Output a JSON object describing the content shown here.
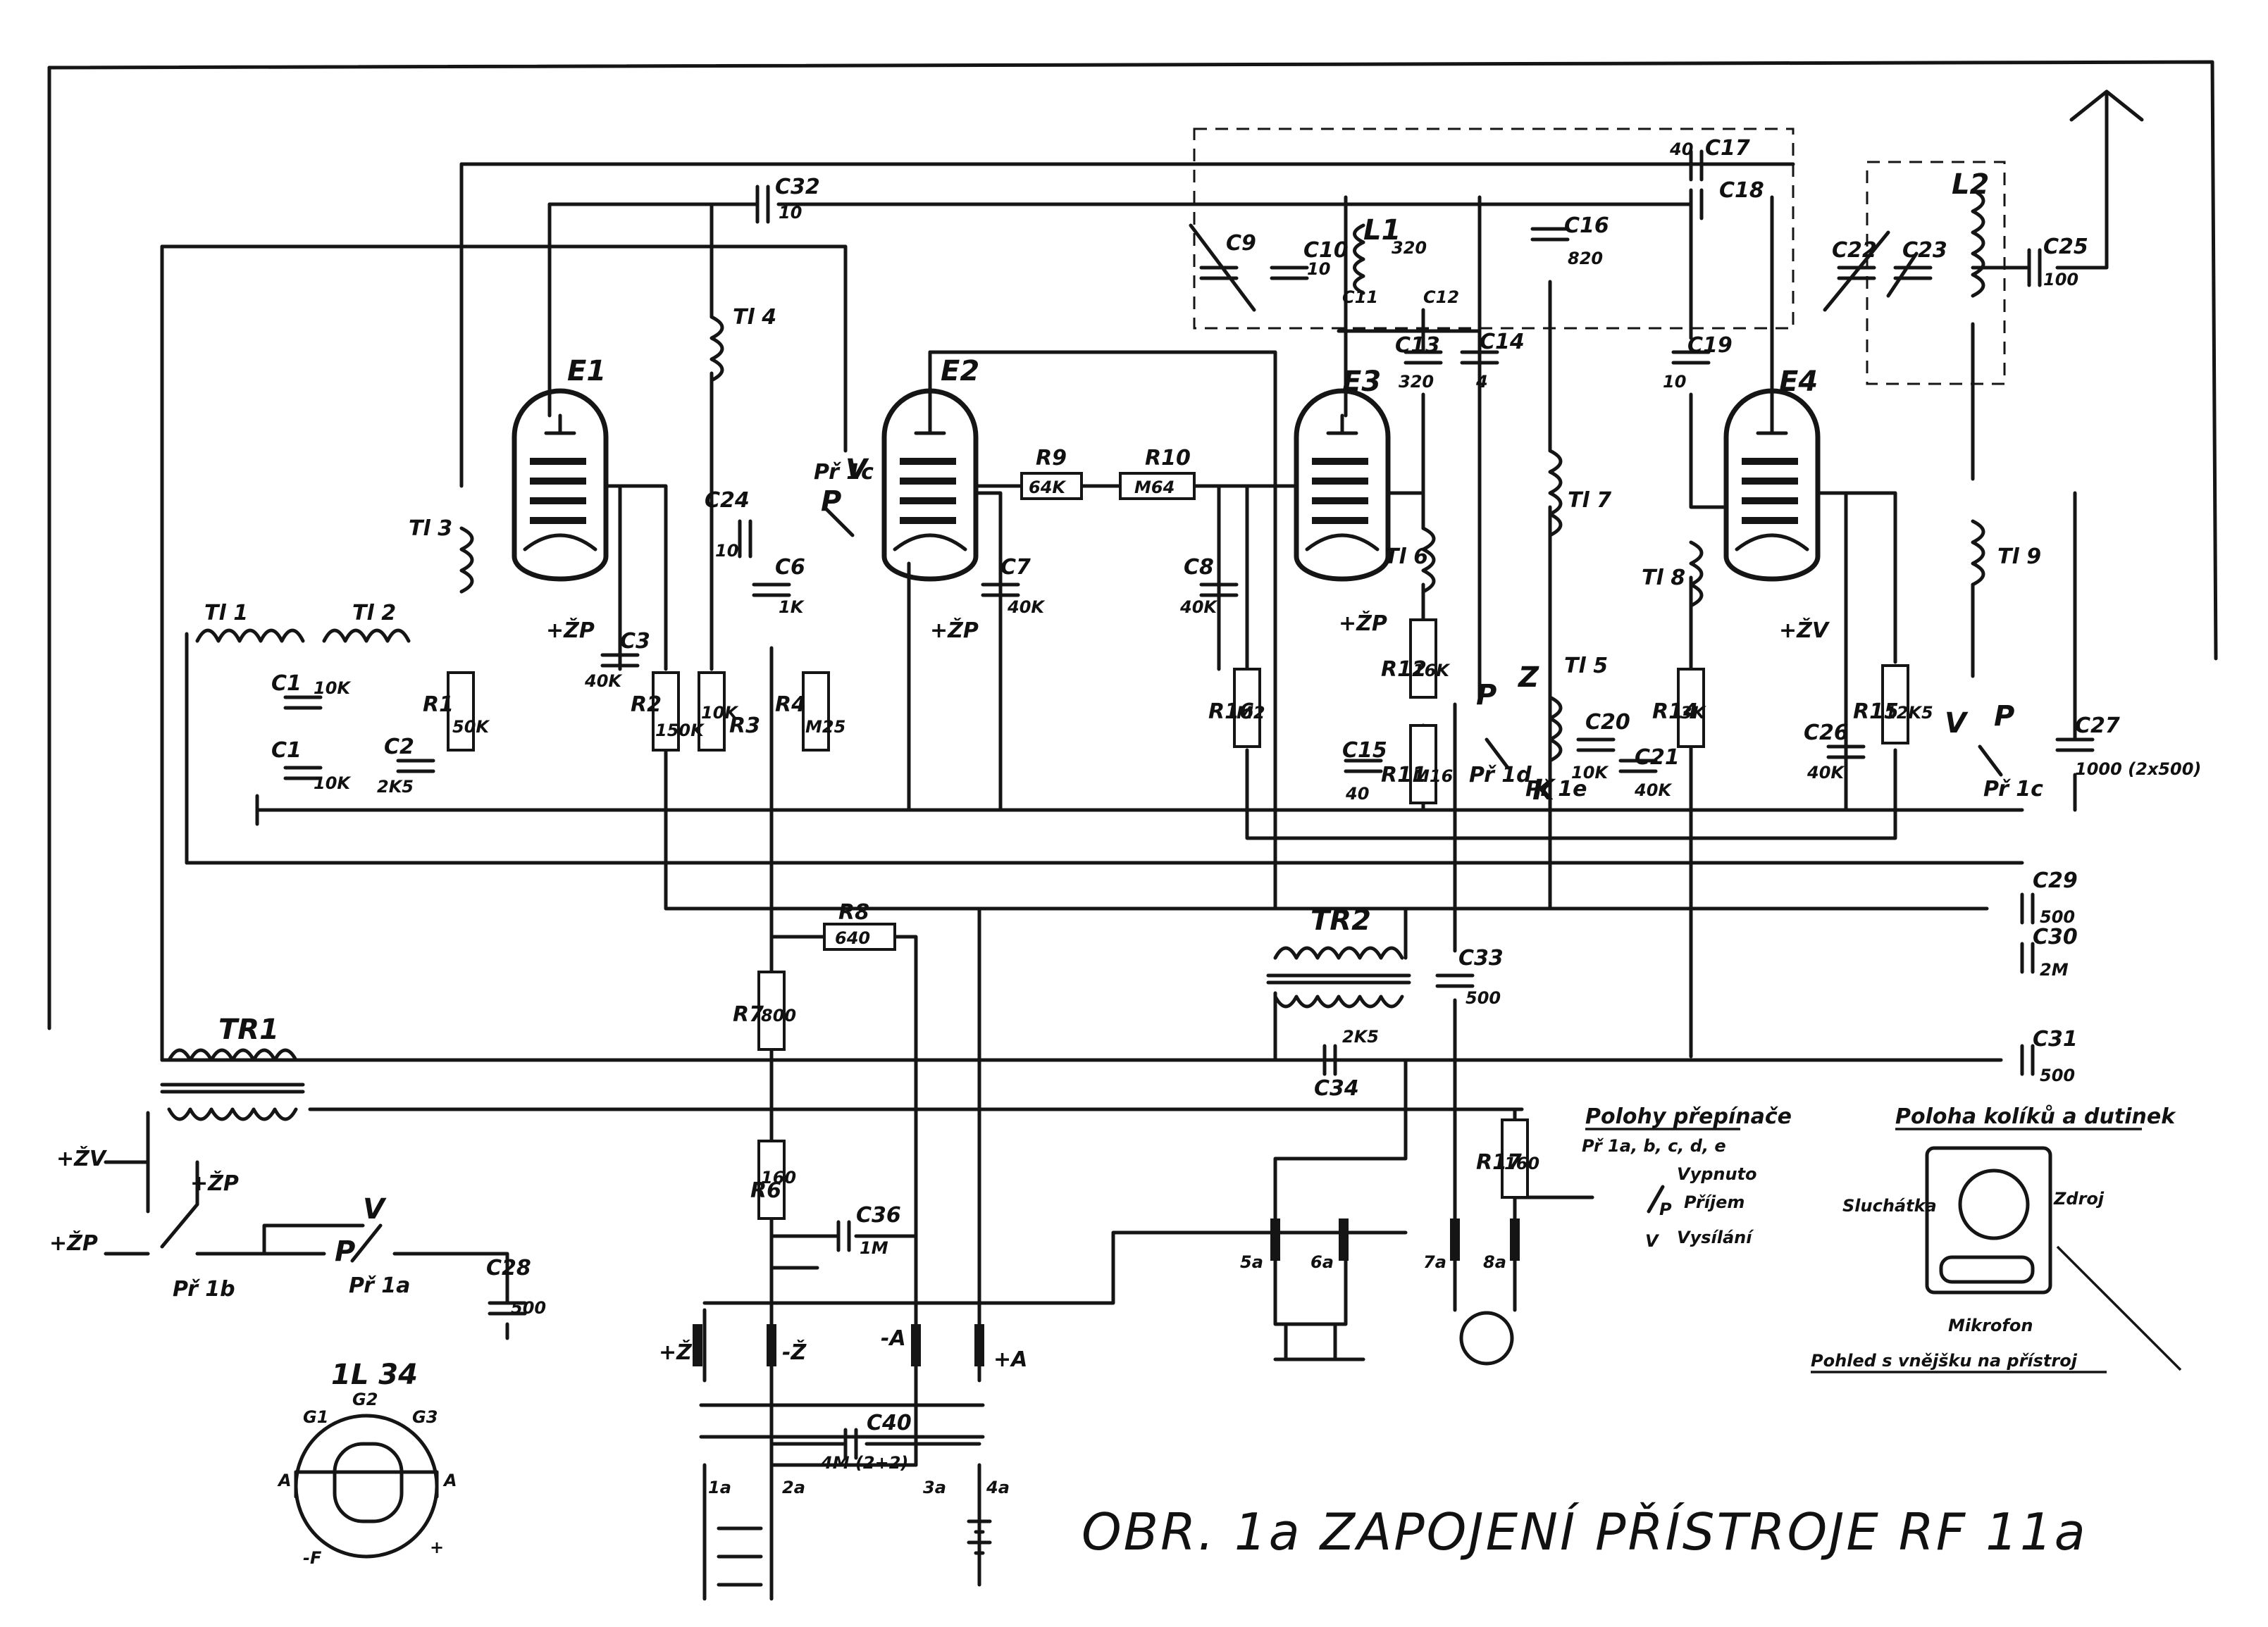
{
  "title": "OBR. 1a ZAPOJENÍ PŘÍSTROJE RF 11a",
  "tubes": [
    {
      "id": "E1",
      "label": "E1"
    },
    {
      "id": "E2",
      "label": "E2"
    },
    {
      "id": "E3",
      "label": "E3"
    },
    {
      "id": "E4",
      "label": "E4"
    }
  ],
  "tube_type": "1L 34",
  "tube_pins": {
    "g1": "G1",
    "g2": "G2",
    "g3": "G3",
    "a_left": "A",
    "a_right": "A",
    "f_minus": "-F",
    "f_plus": "+"
  },
  "chokes": [
    "Tl 1",
    "Tl 2",
    "Tl 3",
    "Tl 4",
    "Tl 5",
    "Tl 6",
    "Tl 7",
    "Tl 8",
    "Tl 9"
  ],
  "coils": [
    "L1",
    "L2"
  ],
  "transformers": [
    "TR1",
    "TR2"
  ],
  "resistors": [
    {
      "name": "R1",
      "value": "50K"
    },
    {
      "name": "R2",
      "value": "150K"
    },
    {
      "name": "R3",
      "value": "10K"
    },
    {
      "name": "R4",
      "value": "M25"
    },
    {
      "name": "R6",
      "value": "160"
    },
    {
      "name": "R7",
      "value": "800"
    },
    {
      "name": "R8",
      "value": "640"
    },
    {
      "name": "R9",
      "value": "64K"
    },
    {
      "name": "R10",
      "value": "M64"
    },
    {
      "name": "R11",
      "value": "M16"
    },
    {
      "name": "R12",
      "value": "16K"
    },
    {
      "name": "R14",
      "value": "3K"
    },
    {
      "name": "R15",
      "value": "12K5"
    },
    {
      "name": "R16",
      "value": "M2"
    },
    {
      "name": "R17",
      "value": "160"
    }
  ],
  "capacitors": [
    {
      "name": "C1",
      "value": "10K"
    },
    {
      "name": "C1",
      "value": "10K"
    },
    {
      "name": "C2",
      "value": "2K5"
    },
    {
      "name": "C3",
      "value": "40K"
    },
    {
      "name": "C6",
      "value": "1K"
    },
    {
      "name": "C7",
      "value": "40K"
    },
    {
      "name": "C8",
      "value": "40K"
    },
    {
      "name": "C9",
      "value": ""
    },
    {
      "name": "C10",
      "value": "10"
    },
    {
      "name": "C12",
      "value": ""
    },
    {
      "name": "C13",
      "value": "320"
    },
    {
      "name": "C14",
      "value": "4"
    },
    {
      "name": "C15",
      "value": "40"
    },
    {
      "name": "C16",
      "value": "820"
    },
    {
      "name": "C17",
      "value": "40"
    },
    {
      "name": "C18",
      "value": ""
    },
    {
      "name": "C19",
      "value": "10"
    },
    {
      "name": "C20",
      "value": "10K"
    },
    {
      "name": "C21",
      "value": "40K"
    },
    {
      "name": "C22",
      "value": ""
    },
    {
      "name": "C23",
      "value": ""
    },
    {
      "name": "C24",
      "value": "10"
    },
    {
      "name": "C25",
      "value": "100"
    },
    {
      "name": "C26",
      "value": "40K"
    },
    {
      "name": "C27",
      "value": "1000 (2x500)"
    },
    {
      "name": "C28",
      "value": "500"
    },
    {
      "name": "C29",
      "value": "500"
    },
    {
      "name": "C30",
      "value": "2M"
    },
    {
      "name": "C31",
      "value": "500"
    },
    {
      "name": "C32",
      "value": "10"
    },
    {
      "name": "C33",
      "value": "500"
    },
    {
      "name": "C34",
      "value": "2K5"
    },
    {
      "name": "C36",
      "value": "1M"
    },
    {
      "name": "C40",
      "value": "4M (2+2)"
    }
  ],
  "small_labels": {
    "c11": "320",
    "c11b": "C11"
  },
  "switches": [
    "Př 1a",
    "Př 1b",
    "Př 1c",
    "Př 1c",
    "Př 1d",
    "Př 1e"
  ],
  "supply": [
    "+ŽV",
    "+ŽP",
    "+ŽP",
    "+ŽV",
    "+ŽP",
    "+ŽV"
  ],
  "connectors": {
    "plus_z": "+Ž",
    "minus_z": "-Ž",
    "minus_a": "-A",
    "plus_a": "+A",
    "pins": [
      "1a",
      "2a",
      "3a",
      "4a",
      "5a",
      "6a",
      "7a",
      "8a"
    ]
  },
  "legend_switch": {
    "heading": "Polohy přepínače",
    "sub": "Př 1a, b, c, d, e",
    "items": [
      {
        "key": "",
        "text": "Vypnuto"
      },
      {
        "key": "P",
        "text": "Příjem"
      },
      {
        "key": "V",
        "text": "Vysílání"
      }
    ]
  },
  "legend_plug": {
    "heading": "Poloha kolíků a dutinek",
    "left": "Sluchátka",
    "right": "Zdroj",
    "bottom": "Mikrofon",
    "caption": "Pohled s vnějšku na přístroj"
  },
  "switch_letters": {
    "v": "V",
    "p": "P",
    "z": "Z",
    "k": "K"
  }
}
